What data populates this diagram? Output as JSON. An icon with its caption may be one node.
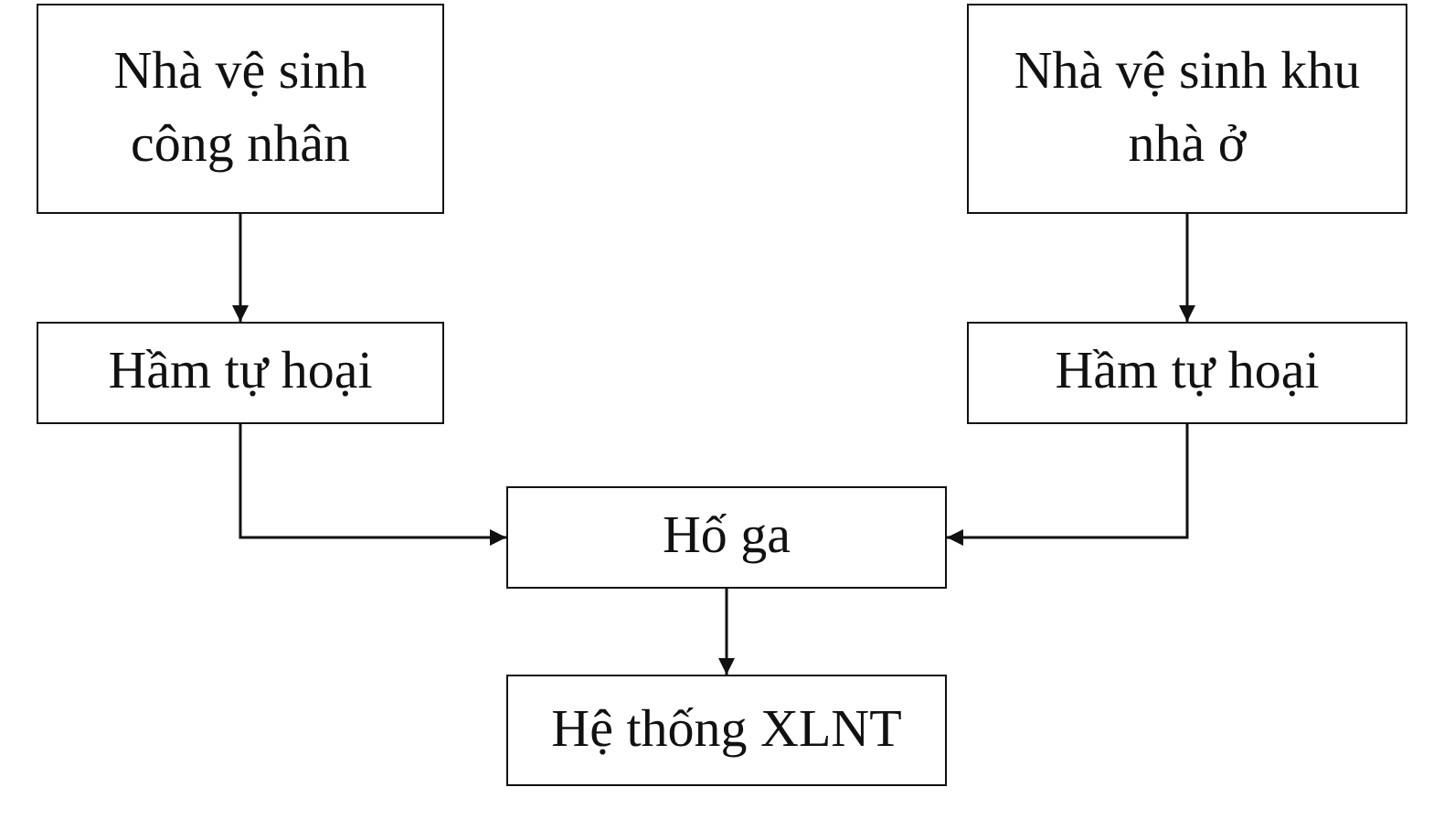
{
  "diagram": {
    "nodes": [
      {
        "text": [
          "Nhà vệ sinh công nhân"
        ]
      },
      {
        "text": [
          "Nhà vệ sinh khu nhà ở"
        ]
      },
      {
        "text": [
          "Hầm tự hoại"
        ]
      },
      {
        "text": [
          "Hầm tự hoại"
        ]
      },
      {
        "text": [
          "Hố ga"
        ]
      },
      {
        "text": [
          "Hệ thống XLNT"
        ]
      }
    ],
    "edges": [
      {
        "from": 0,
        "to": 2,
        "arrow": "to"
      },
      {
        "from": 1,
        "to": 3,
        "arrow": "to"
      },
      {
        "from": 2,
        "to": 4,
        "arrow": "to"
      },
      {
        "from": 3,
        "to": 4,
        "arrow": "to"
      },
      {
        "from": 4,
        "to": 5,
        "arrow": "to"
      }
    ]
  }
}
